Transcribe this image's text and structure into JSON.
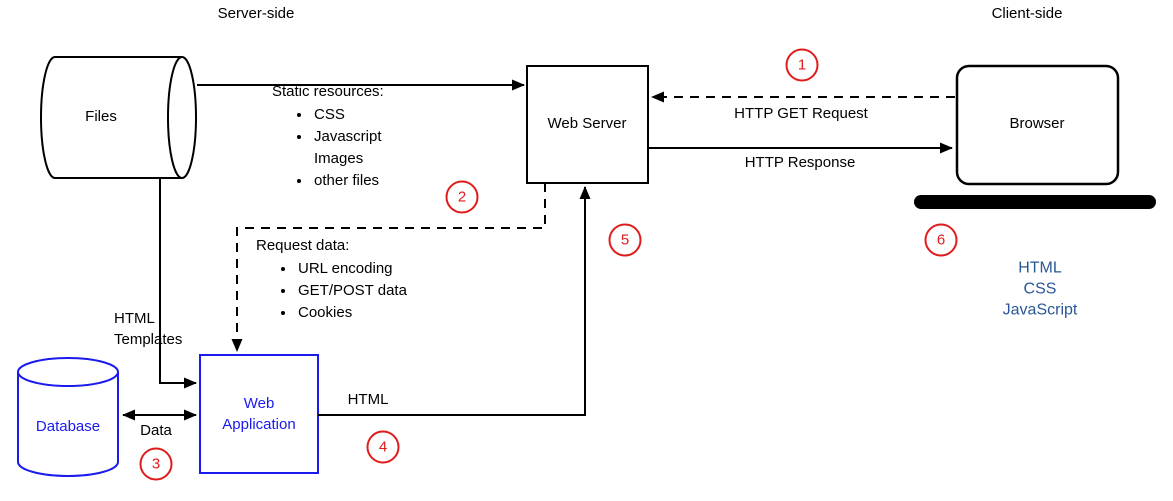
{
  "regions": {
    "server_side": "Server-side",
    "client_side": "Client-side"
  },
  "nodes": {
    "files": "Files",
    "web_server": "Web Server",
    "browser": "Browser",
    "database": "Database",
    "web_application": {
      "line1": "Web",
      "line2": "Application"
    }
  },
  "annotations": {
    "static_resources": {
      "title": "Static resources:",
      "items": [
        "CSS",
        "Javascript",
        "Images",
        "other files"
      ]
    },
    "request_data": {
      "title": "Request data:",
      "items": [
        "URL encoding",
        "GET/POST data",
        "Cookies"
      ]
    },
    "client_output": [
      "HTML",
      "CSS",
      "JavaScript"
    ]
  },
  "edges": {
    "http_get_request": "HTTP GET Request",
    "http_response": "HTTP Response",
    "html_templates": {
      "line1": "HTML",
      "line2": "Templates"
    },
    "data": "Data",
    "html": "HTML"
  },
  "steps": [
    "1",
    "2",
    "3",
    "4",
    "5",
    "6"
  ],
  "colors": {
    "node_stroke": "#000000",
    "dynamic_blue": "#1a1aef",
    "step_red": "#e01b1b",
    "client_text_blue": "#2a5795"
  }
}
